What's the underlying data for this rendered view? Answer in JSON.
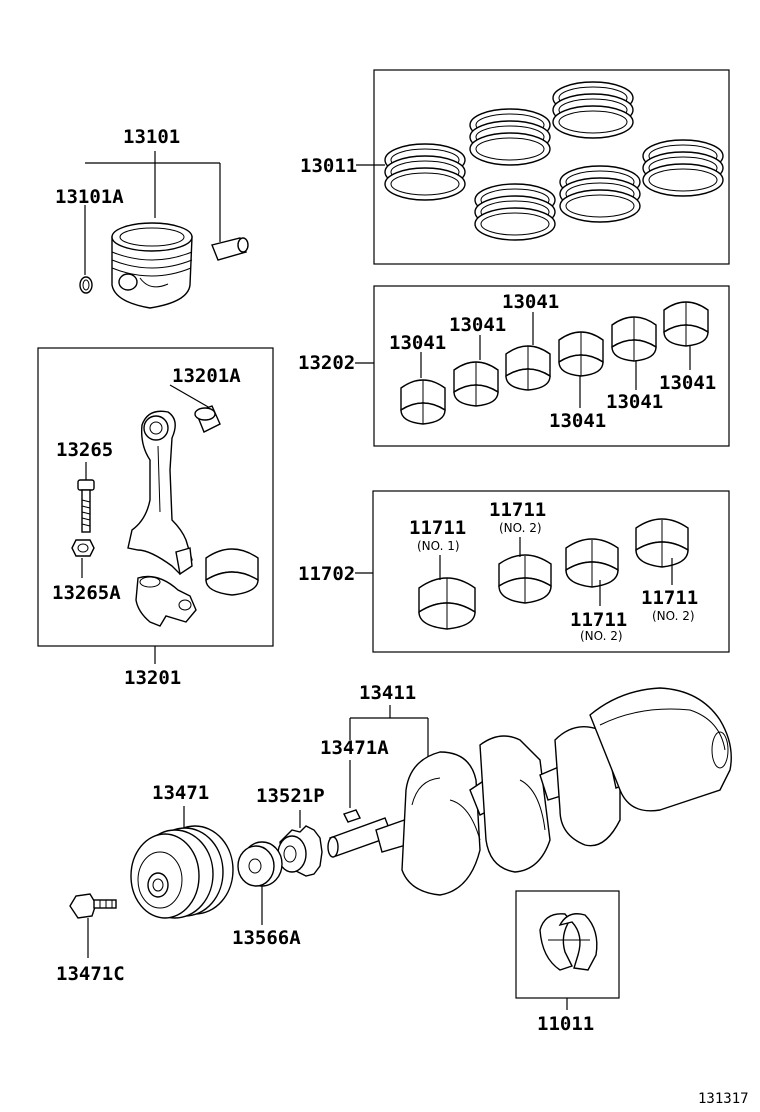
{
  "labels": {
    "piston": "13101",
    "piston_pin_snap_ring": "13101A",
    "piston_ring_set": "13011",
    "conn_rod_bearing_group": "13202",
    "conn_rod_bearing": "13041",
    "conn_rod_bushing": "13201A",
    "conn_rod_bolt": "13265",
    "conn_rod_nut": "13265A",
    "conn_rod_assy": "13201",
    "main_bearing_group": "11702",
    "main_bearing": "11711",
    "crankshaft": "13411",
    "crankshaft_key": "13471A",
    "crank_pulley": "13471",
    "crank_timing_gear": "13521P",
    "crank_washer": "13566A",
    "crank_pulley_bolt": "13471C",
    "thrust_washer_set": "11011",
    "no1": "(NO. 1)",
    "no2": "(NO. 2)",
    "figure_number": "131317"
  }
}
